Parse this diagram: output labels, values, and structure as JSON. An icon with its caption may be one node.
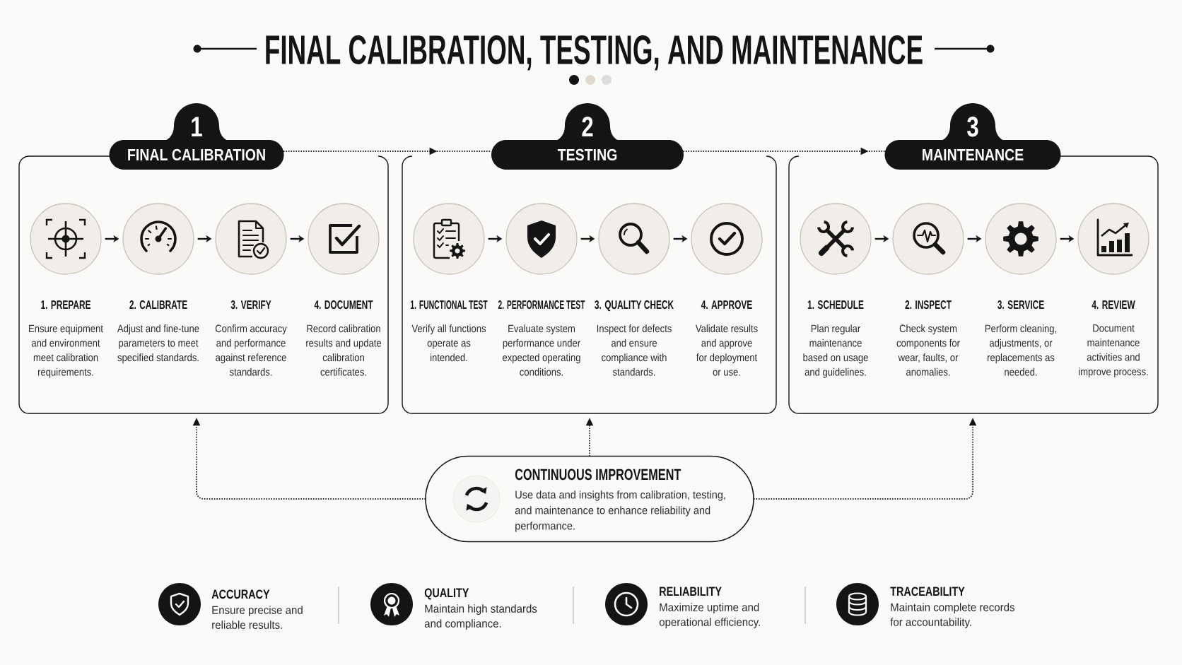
{
  "diagram": {
    "title": "FINAL CALIBRATION, TESTING, AND MAINTENANCE",
    "nodes": [
      {
        "text": [
          "1",
          "FINAL CALIBRATION"
        ]
      },
      {
        "text": [],
        "shape": "box"
      },
      {
        "text": [],
        "shape": "circle",
        "in": 1,
        "beside": [
          "1. PREPARE",
          "Ensure equipment and environment meet calibration requirements."
        ]
      },
      {
        "text": [],
        "shape": "circle",
        "in": 1,
        "beside": [
          "2. CALIBRATE",
          "Adjust and fine-tune parameters to meet specified standards."
        ]
      },
      {
        "text": [],
        "shape": "circle",
        "in": 1,
        "beside": [
          "3. VERIFY",
          "Confirm accuracy and performance against reference standards."
        ]
      },
      {
        "text": [],
        "shape": "circle",
        "in": 1,
        "beside": [
          "4. DOCUMENT",
          "Record calibration results and update calibration certificates."
        ]
      },
      {
        "text": [
          "2",
          "TESTING"
        ]
      },
      {
        "text": [],
        "shape": "box"
      },
      {
        "text": [],
        "shape": "circle",
        "in": 7,
        "beside": [
          "1. FUNCTIONAL TEST",
          "Verify all functions operate as intended."
        ]
      },
      {
        "text": [],
        "shape": "circle",
        "in": 7,
        "beside": [
          "2. PERFORMANCE TEST",
          "Evaluate system performance under expected operating conditions."
        ]
      },
      {
        "text": [],
        "shape": "circle",
        "in": 7,
        "beside": [
          "3. QUALITY CHECK",
          "Inspect for defects and ensure compliance with standards."
        ]
      },
      {
        "text": [],
        "shape": "circle",
        "in": 7,
        "beside": [
          "4. APPROVE",
          "Validate results and approve for deployment or use."
        ]
      },
      {
        "text": [
          "3",
          "MAINTENANCE"
        ]
      },
      {
        "text": [],
        "shape": "box"
      },
      {
        "text": [],
        "shape": "circle",
        "in": 13,
        "beside": [
          "1. SCHEDULE",
          "Plan regular maintenance based on usage and guidelines."
        ]
      },
      {
        "text": [],
        "shape": "circle",
        "in": 13,
        "beside": [
          "2. INSPECT",
          "Check system components for wear, faults, or anomalies."
        ]
      },
      {
        "text": [],
        "shape": "circle",
        "in": 13,
        "beside": [
          "3. SERVICE",
          "Perform cleaning, adjustments, or replacements as needed."
        ]
      },
      {
        "text": [],
        "shape": "circle",
        "in": 13,
        "beside": [
          "4. REVIEW",
          "Document maintenance activities and improve process."
        ]
      },
      {
        "text": [
          "CONTINUOUS IMPROVEMENT",
          "Use data and insights from calibration, testing, and maintenance to enhance reliability and performance."
        ]
      }
    ],
    "edges": [
      {
        "from": 0,
        "to": 6,
        "arrow": "to",
        "style": "dashed"
      },
      {
        "from": 6,
        "to": 12,
        "arrow": "to",
        "style": "dashed"
      },
      {
        "from": 2,
        "to": 3,
        "arrow": "to"
      },
      {
        "from": 3,
        "to": 4,
        "arrow": "to"
      },
      {
        "from": 4,
        "to": 5,
        "arrow": "to"
      },
      {
        "from": 8,
        "to": 9,
        "arrow": "to"
      },
      {
        "from": 9,
        "to": 10,
        "arrow": "to"
      },
      {
        "from": 10,
        "to": 11,
        "arrow": "to"
      },
      {
        "from": 14,
        "to": 15,
        "arrow": "to"
      },
      {
        "from": 15,
        "to": 16,
        "arrow": "to"
      },
      {
        "from": 16,
        "to": 17,
        "arrow": "to"
      },
      {
        "from": 18,
        "to": 1,
        "arrow": "to",
        "style": "dashed"
      },
      {
        "from": 18,
        "to": 7,
        "arrow": "to",
        "style": "dashed"
      },
      {
        "from": 18,
        "to": 13,
        "arrow": "to",
        "style": "dashed"
      }
    ],
    "labels": [
      "ACCURACY",
      "Ensure precise and reliable results.",
      "QUALITY",
      "Maintain high standards and compliance.",
      "RELIABILITY",
      "Maximize uptime and operational efficiency.",
      "TRACEABILITY",
      "Maintain complete records for accountability."
    ]
  }
}
